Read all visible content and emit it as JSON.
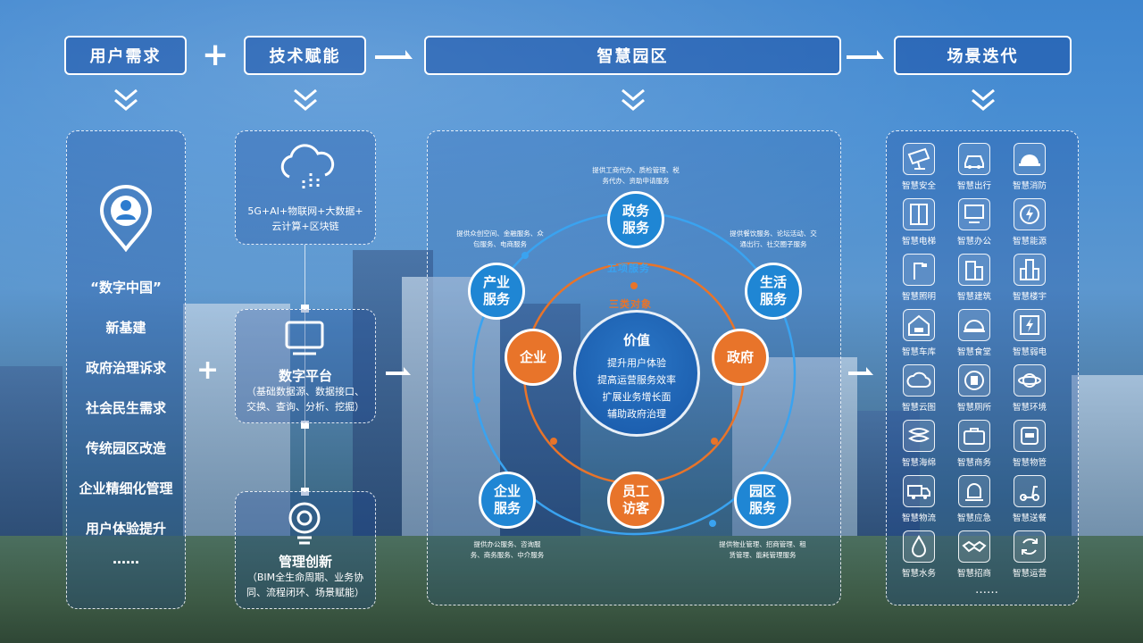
{
  "headers": {
    "user_needs": "用户需求",
    "tech_enable": "技术赋能",
    "smart_park": "智慧园区",
    "scene_iter": "场景迭代"
  },
  "needs": {
    "items": [
      "“数字中国”",
      "新基建",
      "政府治理诉求",
      "社会民生需求",
      "传统园区改造",
      "企业精细化管理",
      "用户体验提升",
      "……"
    ]
  },
  "tech": {
    "cloud_text_1": "5G+AI+物联网+大数据+",
    "cloud_text_2": "云计算+区块链",
    "platform_title": "数字平台",
    "platform_desc_1": "（基础数据源、数据接口、",
    "platform_desc_2": "交换、查询、分析、挖掘）",
    "mgmt_title": "管理创新",
    "mgmt_desc_1": "（BIM全生命周期、业务协",
    "mgmt_desc_2": "同、流程闭环、场景赋能）"
  },
  "park": {
    "ring_outer": "五项服务",
    "ring_inner": "三类对象",
    "core_title": "价值",
    "core_items": [
      "提升用户体验",
      "提高运营服务效率",
      "扩展业务增长面",
      "辅助政府治理"
    ],
    "services": {
      "gov": "政务服务",
      "industry": "产业服务",
      "life": "生活服务",
      "enterprise": "企业服务",
      "park": "园区服务"
    },
    "services_lines": {
      "gov": [
        "政务",
        "服务"
      ],
      "industry": [
        "产业",
        "服务"
      ],
      "life": [
        "生活",
        "服务"
      ],
      "enterprise": [
        "企业",
        "服务"
      ],
      "park": [
        "园区",
        "服务"
      ]
    },
    "objects": {
      "company": "企业",
      "government": "政府",
      "staff": [
        "员工",
        "访客"
      ]
    },
    "descs": {
      "gov_1": "提供工商代办、质检管理、税",
      "gov_2": "务代办、资助申请服务",
      "industry_1": "提供众创空间、金融服务、众",
      "industry_2": "包服务、电商服务",
      "life_1": "提供餐饮服务、论坛活动、交",
      "life_2": "通出行、社交圈子服务",
      "enterprise_1": "提供办公服务、咨询服",
      "enterprise_2": "务、商务服务、中介服务",
      "park_1": "提供物业管理、招商管理、租",
      "park_2": "赁管理、能耗管理服务"
    }
  },
  "scenes": [
    {
      "label": "智慧安全",
      "icon": "camera-icon"
    },
    {
      "label": "智慧出行",
      "icon": "car-icon"
    },
    {
      "label": "智慧消防",
      "icon": "helmet-icon"
    },
    {
      "label": "智慧电梯",
      "icon": "elevator-icon"
    },
    {
      "label": "智慧办公",
      "icon": "monitor-icon"
    },
    {
      "label": "智慧能源",
      "icon": "energy-icon"
    },
    {
      "label": "智慧照明",
      "icon": "streetlight-icon"
    },
    {
      "label": "智慧建筑",
      "icon": "building-icon"
    },
    {
      "label": "智慧楼宇",
      "icon": "tower-icon"
    },
    {
      "label": "智慧车库",
      "icon": "garage-icon"
    },
    {
      "label": "智慧食堂",
      "icon": "dish-icon"
    },
    {
      "label": "智慧弱电",
      "icon": "lightning-icon"
    },
    {
      "label": "智慧云图",
      "icon": "cloud-map-icon"
    },
    {
      "label": "智慧厕所",
      "icon": "toilet-icon"
    },
    {
      "label": "智慧环境",
      "icon": "planet-icon"
    },
    {
      "label": "智慧海绵",
      "icon": "sponge-icon"
    },
    {
      "label": "智慧商务",
      "icon": "briefcase-icon"
    },
    {
      "label": "智慧物管",
      "icon": "app-icon"
    },
    {
      "label": "智慧物流",
      "icon": "truck-icon"
    },
    {
      "label": "智慧应急",
      "icon": "alarm-icon"
    },
    {
      "label": "智慧送餐",
      "icon": "scooter-icon"
    },
    {
      "label": "智慧水务",
      "icon": "water-drop-icon"
    },
    {
      "label": "智慧招商",
      "icon": "handshake-icon"
    },
    {
      "label": "智慧运营",
      "icon": "cycle-icon"
    }
  ],
  "scenes_more": "……",
  "colors": {
    "service_blue": "#1f86d4",
    "object_orange": "#e8742a",
    "ring_outer": "#3aa3f0",
    "ring_inner": "#e8742a"
  }
}
